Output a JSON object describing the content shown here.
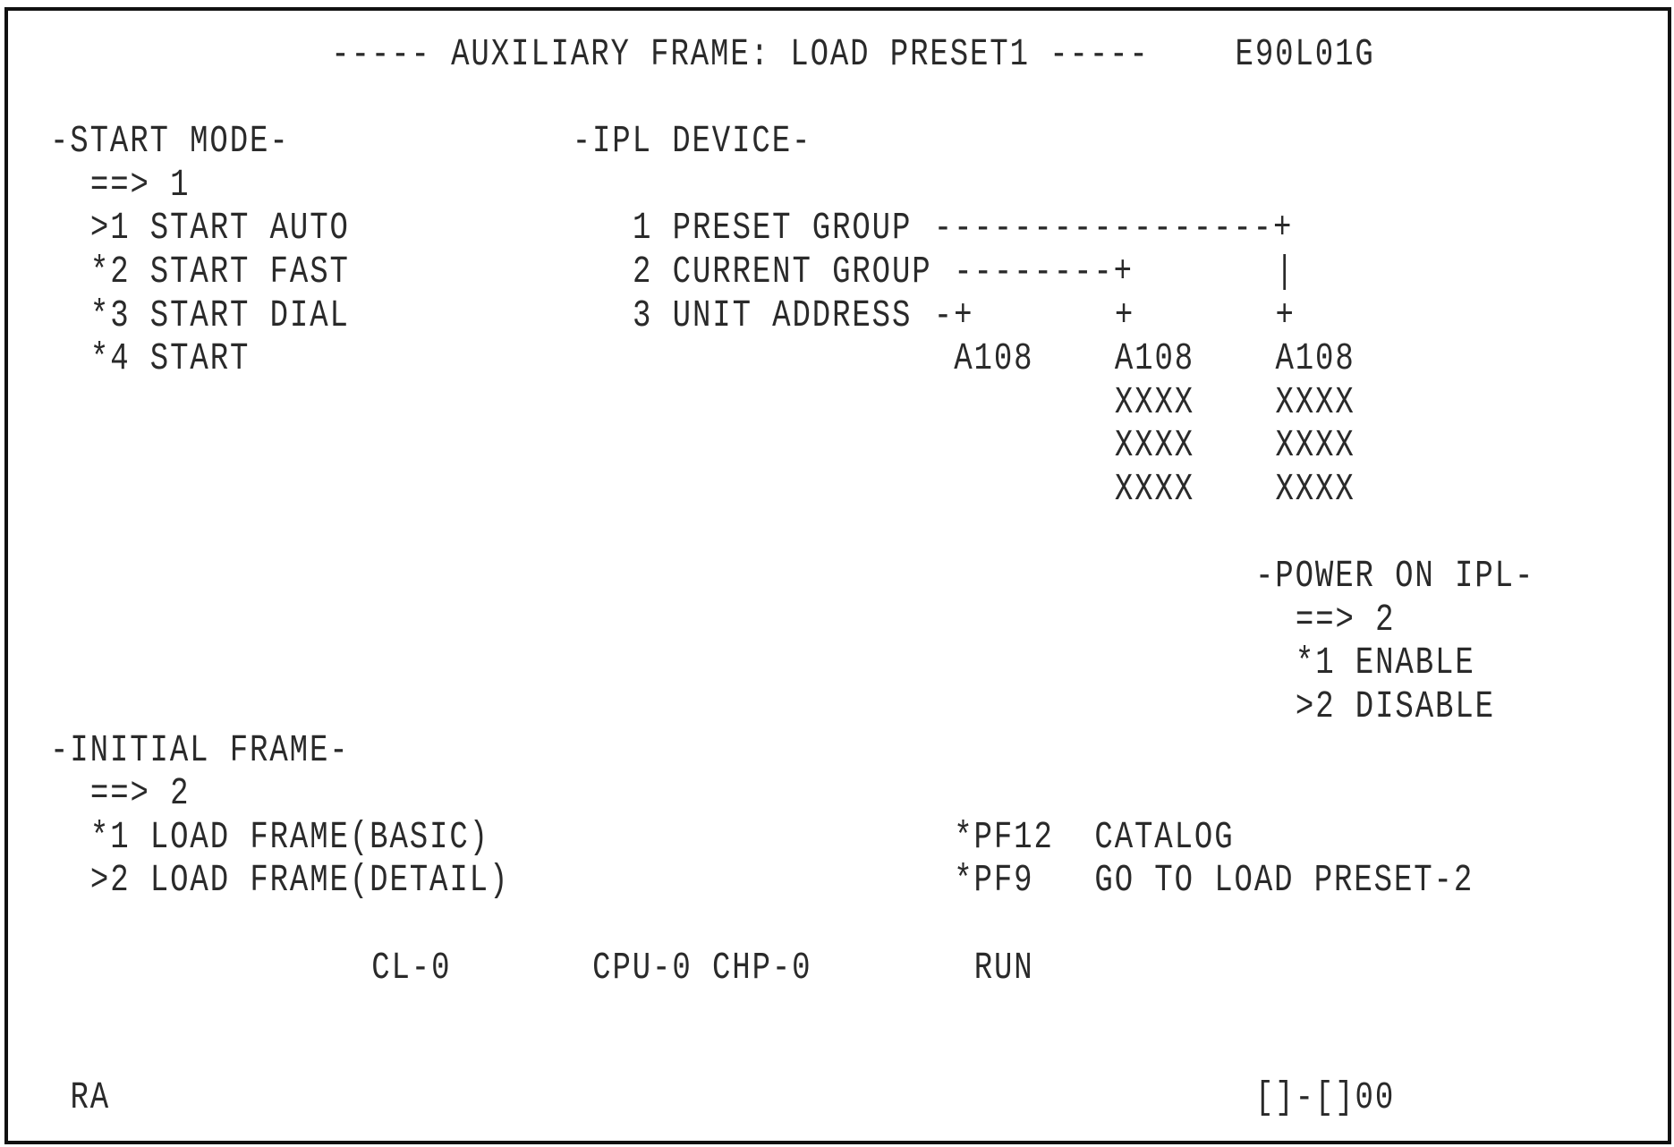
{
  "header": {
    "title": "----- AUXILIARY FRAME: LOAD PRESET1 -----",
    "frame_id": "E90L01G"
  },
  "start_mode": {
    "heading": "-START MODE-",
    "prompt": "==> 1",
    "options": [
      ">1 START AUTO",
      "*2 START FAST",
      "*3 START DIAL",
      "*4 START"
    ]
  },
  "ipl_device": {
    "heading": "-IPL DEVICE-",
    "options": [
      {
        "label": "1 PRESET GROUP",
        "connector": "-----------------+"
      },
      {
        "label": "2 CURRENT GROUP",
        "connector": "--------+"
      },
      {
        "label": "3 UNIT ADDRESS",
        "connector": "-+"
      }
    ],
    "pipe": "|",
    "junctions": [
      "+",
      "+"
    ],
    "columns": [
      [
        "A108"
      ],
      [
        "A108",
        "XXXX",
        "XXXX",
        "XXXX"
      ],
      [
        "A108",
        "XXXX",
        "XXXX",
        "XXXX"
      ]
    ]
  },
  "power_on_ipl": {
    "heading": "-POWER ON IPL-",
    "prompt": "==> 2",
    "options": [
      "*1 ENABLE",
      ">2 DISABLE"
    ]
  },
  "initial_frame": {
    "heading": "-INITIAL FRAME-",
    "prompt": "==> 2",
    "options": [
      "*1 LOAD FRAME(BASIC)",
      ">2 LOAD FRAME(DETAIL)"
    ]
  },
  "pf_keys": [
    {
      "key": "*PF12",
      "label": "CATALOG"
    },
    {
      "key": "*PF9",
      "label": "GO TO LOAD PRESET-2"
    }
  ],
  "status": {
    "cl": "CL-0",
    "cpu_chp": "CPU-0 CHP-0",
    "state": "RUN"
  },
  "footer": {
    "left": "RA",
    "right": "[]-[]00"
  }
}
